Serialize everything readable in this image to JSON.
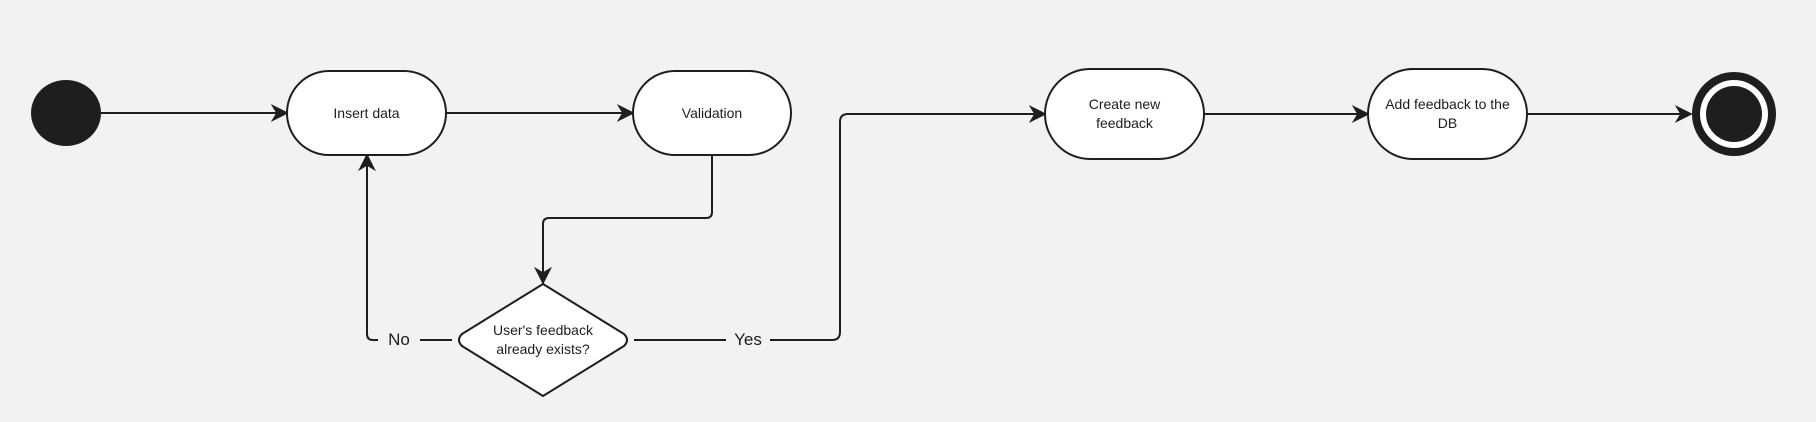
{
  "diagram": {
    "nodes": {
      "start": "",
      "insert_data": "Insert data",
      "validation": "Validation",
      "decision": "User's feedback already exists?",
      "create_feedback": "Create new feedback",
      "add_feedback": "Add feedback to the DB",
      "end": ""
    },
    "edges": {
      "no_label": "No",
      "yes_label": "Yes"
    }
  },
  "colors": {
    "background": "#f2f2f2",
    "stroke": "#1e1e1e",
    "node_fill": "#ffffff",
    "text": "#1e1e1e"
  }
}
